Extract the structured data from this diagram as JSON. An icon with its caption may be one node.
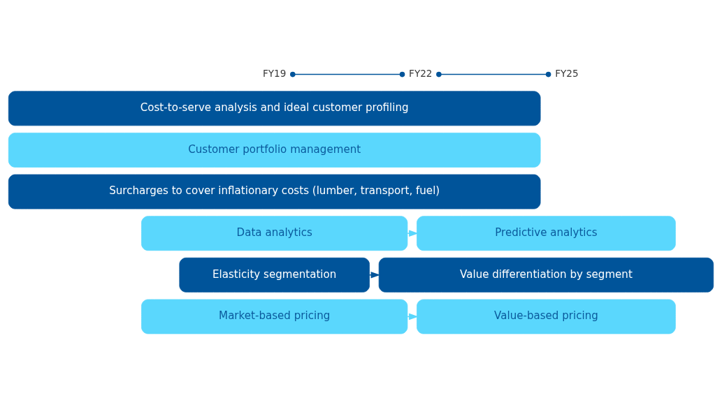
{
  "diagram": {
    "nodes": [
      {
        "text": [
          "FY19"
        ]
      },
      {
        "text": [
          "FY22"
        ]
      },
      {
        "text": [
          "FY25"
        ]
      },
      {
        "text": [
          "Cost-to-serve analysis and ideal customer profiling"
        ]
      },
      {
        "text": [
          "Customer portfolio management"
        ]
      },
      {
        "text": [
          "Surcharges to cover inflationary costs (lumber, transport, fuel)"
        ]
      },
      {
        "text": [
          "Data analytics"
        ]
      },
      {
        "text": [
          "Predictive analytics"
        ]
      },
      {
        "text": [
          "Elasticity segmentation"
        ]
      },
      {
        "text": [
          "Value differentiation by segment"
        ]
      },
      {
        "text": [
          "Market-based pricing"
        ]
      },
      {
        "text": [
          "Value-based pricing"
        ]
      }
    ],
    "edges": [
      {
        "from": 0,
        "to": 1,
        "arrow": "other"
      },
      {
        "from": 1,
        "to": 2,
        "arrow": "other"
      },
      {
        "from": 6,
        "to": 7,
        "arrow": "to",
        "color": "#5ad7fd"
      },
      {
        "from": 8,
        "to": 9,
        "arrow": "to"
      },
      {
        "from": 10,
        "to": 11,
        "arrow": "to",
        "color": "#5ad7fd"
      }
    ]
  }
}
